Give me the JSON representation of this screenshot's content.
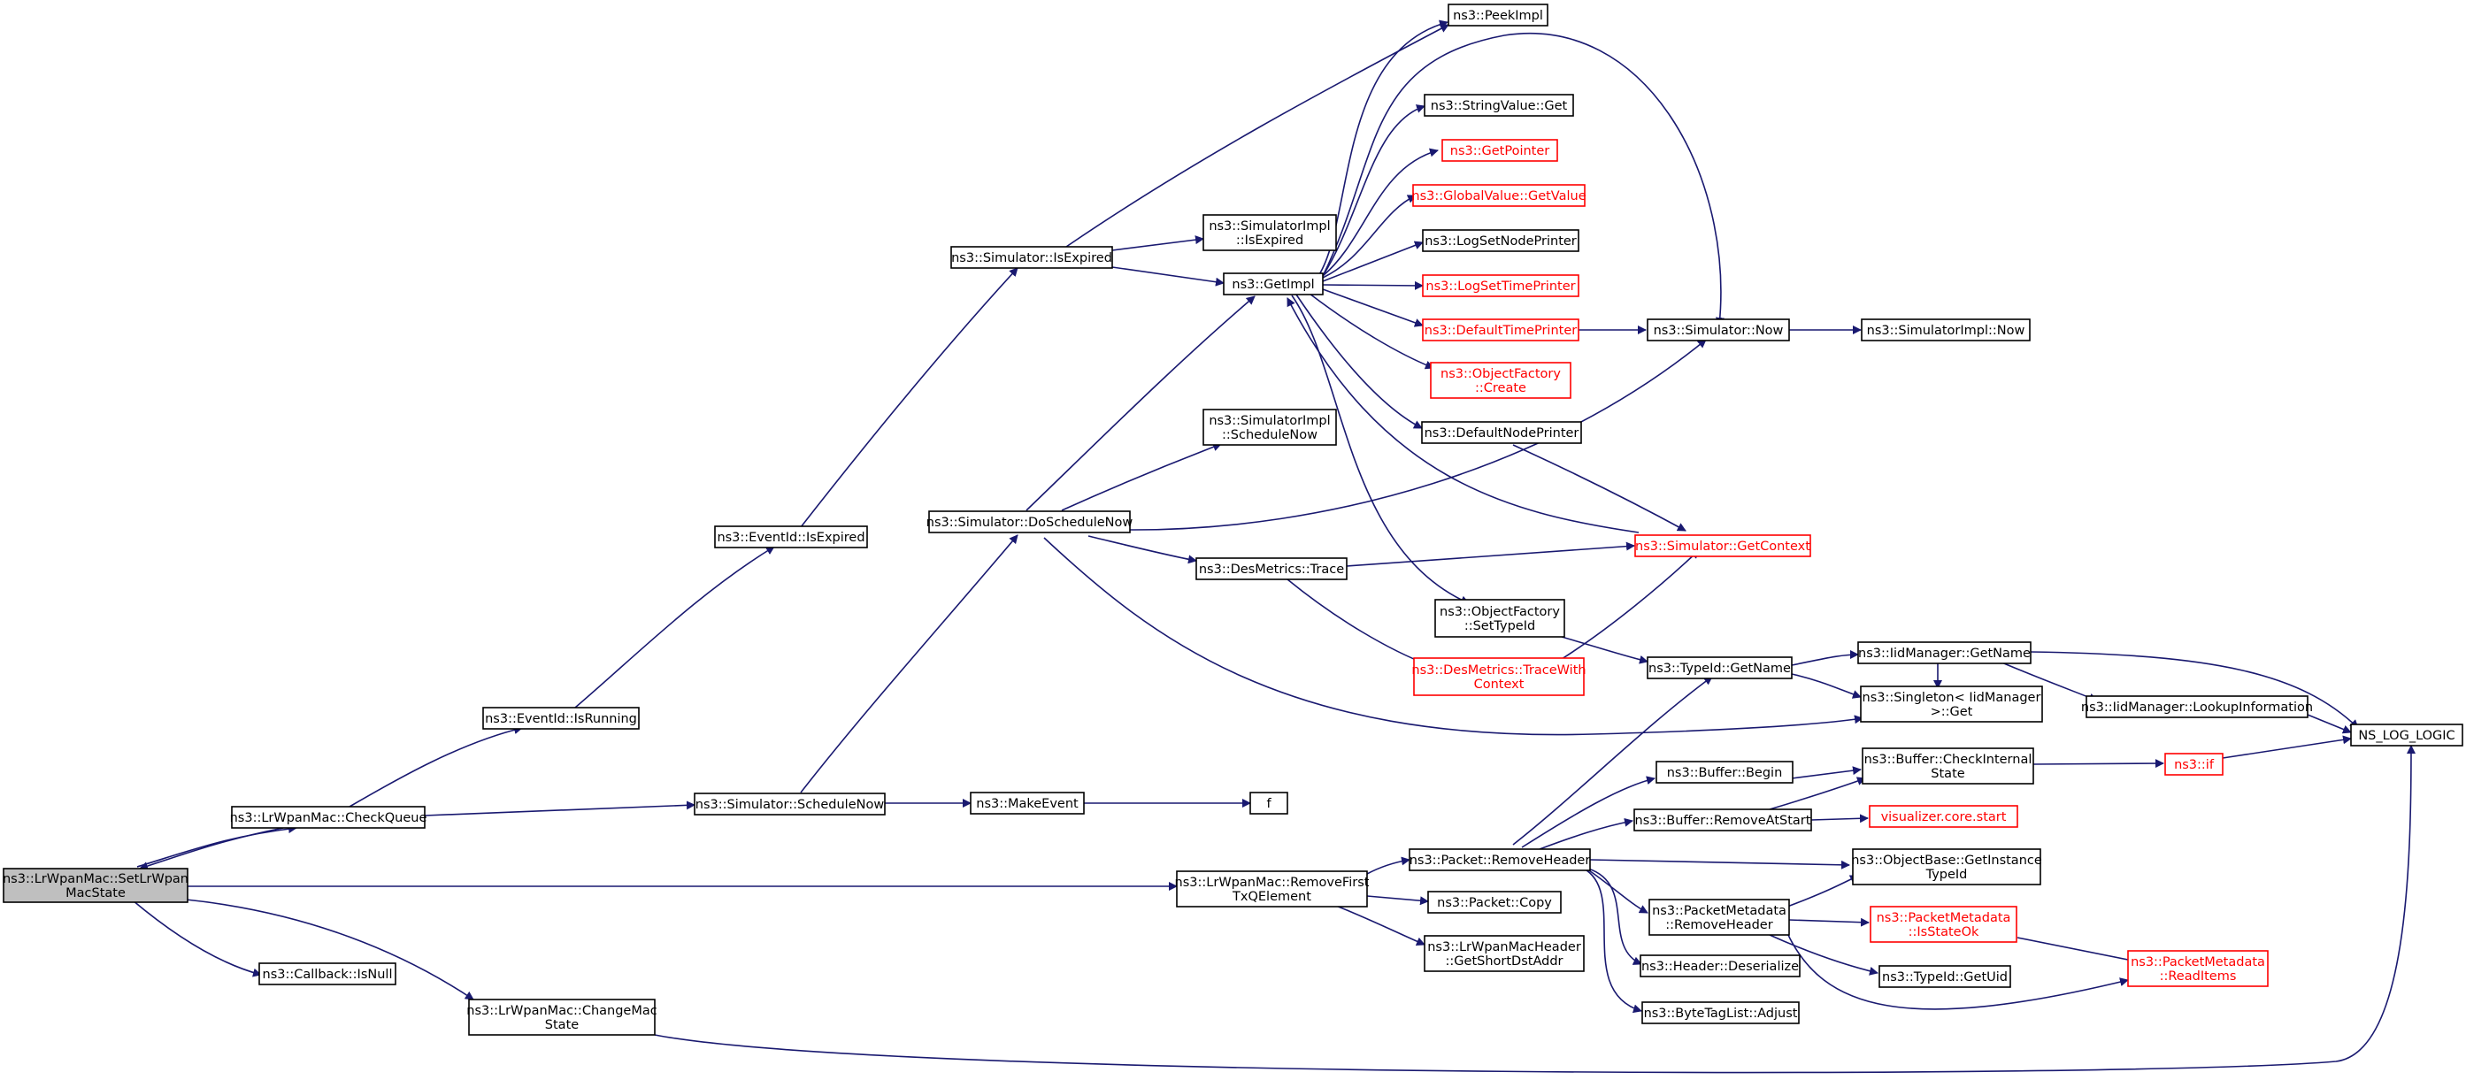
{
  "diagram": {
    "title": "",
    "colors": {
      "edge": "#191970",
      "node_border": "#000000",
      "node_border_undocumented": "#ff0000",
      "root_fill": "#bfbfbf",
      "background": "#ffffff"
    },
    "nodes": [
      {
        "id": "root",
        "lines": [
          "ns3::LrWpanMac::SetLrWpan",
          "MacState"
        ],
        "style": "root"
      },
      {
        "id": "checkqueue",
        "lines": [
          "ns3::LrWpanMac::CheckQueue"
        ],
        "style": "normal"
      },
      {
        "id": "isnull",
        "lines": [
          "ns3::Callback::IsNull"
        ],
        "style": "normal"
      },
      {
        "id": "changemac",
        "lines": [
          "ns3::LrWpanMac::ChangeMac",
          "State"
        ],
        "style": "normal"
      },
      {
        "id": "isrunning",
        "lines": [
          "ns3::EventId::IsRunning"
        ],
        "style": "normal"
      },
      {
        "id": "evtisexpired",
        "lines": [
          "ns3::EventId::IsExpired"
        ],
        "style": "normal"
      },
      {
        "id": "simisexpired",
        "lines": [
          "ns3::Simulator::IsExpired"
        ],
        "style": "normal"
      },
      {
        "id": "schedulenow",
        "lines": [
          "ns3::Simulator::ScheduleNow"
        ],
        "style": "normal"
      },
      {
        "id": "doschedulenow",
        "lines": [
          "ns3::Simulator::DoScheduleNow"
        ],
        "style": "normal"
      },
      {
        "id": "makeevent",
        "lines": [
          "ns3::MakeEvent"
        ],
        "style": "normal"
      },
      {
        "id": "f",
        "lines": [
          "f"
        ],
        "style": "normal"
      },
      {
        "id": "removefirst",
        "lines": [
          "ns3::LrWpanMac::RemoveFirst",
          "TxQElement"
        ],
        "style": "normal"
      },
      {
        "id": "simimplisexpired",
        "lines": [
          "ns3::SimulatorImpl",
          "::IsExpired"
        ],
        "style": "normal"
      },
      {
        "id": "getimpl",
        "lines": [
          "ns3::GetImpl"
        ],
        "style": "normal"
      },
      {
        "id": "simimplschedulenow",
        "lines": [
          "ns3::SimulatorImpl",
          "::ScheduleNow"
        ],
        "style": "normal"
      },
      {
        "id": "desmetricstrace",
        "lines": [
          "ns3::DesMetrics::Trace"
        ],
        "style": "normal"
      },
      {
        "id": "packetremoveheader",
        "lines": [
          "ns3::Packet::RemoveHeader"
        ],
        "style": "normal"
      },
      {
        "id": "packetcopy",
        "lines": [
          "ns3::Packet::Copy"
        ],
        "style": "normal"
      },
      {
        "id": "getshortdstaddr",
        "lines": [
          "ns3::LrWpanMacHeader",
          "::GetShortDstAddr"
        ],
        "style": "normal"
      },
      {
        "id": "peekimpl",
        "lines": [
          "ns3::PeekImpl"
        ],
        "style": "normal"
      },
      {
        "id": "stringvalueget",
        "lines": [
          "ns3::StringValue::Get"
        ],
        "style": "normal"
      },
      {
        "id": "getpointer",
        "lines": [
          "ns3::GetPointer"
        ],
        "style": "red"
      },
      {
        "id": "globalvaluegetvalue",
        "lines": [
          "ns3::GlobalValue::GetValue"
        ],
        "style": "red"
      },
      {
        "id": "logsetnodeprinter",
        "lines": [
          "ns3::LogSetNodePrinter"
        ],
        "style": "normal"
      },
      {
        "id": "logsettimeprinter",
        "lines": [
          "ns3::LogSetTimePrinter"
        ],
        "style": "red"
      },
      {
        "id": "defaulttimeprinter",
        "lines": [
          "ns3::DefaultTimePrinter"
        ],
        "style": "red"
      },
      {
        "id": "objectfactorycreate",
        "lines": [
          "ns3::ObjectFactory",
          "::Create"
        ],
        "style": "red"
      },
      {
        "id": "defaultnodeprinter",
        "lines": [
          "ns3::DefaultNodePrinter"
        ],
        "style": "normal"
      },
      {
        "id": "objectfactorysettypeid",
        "lines": [
          "ns3::ObjectFactory",
          "::SetTypeId"
        ],
        "style": "normal"
      },
      {
        "id": "desmetricstracewith",
        "lines": [
          "ns3::DesMetrics::TraceWith",
          "Context"
        ],
        "style": "red"
      },
      {
        "id": "simulatornow",
        "lines": [
          "ns3::Simulator::Now"
        ],
        "style": "normal"
      },
      {
        "id": "simulatorimplnow",
        "lines": [
          "ns3::SimulatorImpl::Now"
        ],
        "style": "normal"
      },
      {
        "id": "simulatorgetcontext",
        "lines": [
          "ns3::Simulator::GetContext"
        ],
        "style": "red"
      },
      {
        "id": "typeidgetname",
        "lines": [
          "ns3::TypeId::GetName"
        ],
        "style": "normal"
      },
      {
        "id": "iidmanagergetname",
        "lines": [
          "ns3::IidManager::GetName"
        ],
        "style": "normal"
      },
      {
        "id": "singletonget",
        "lines": [
          "ns3::Singleton< IidManager",
          " >::Get"
        ],
        "style": "normal"
      },
      {
        "id": "iidmanagerlookup",
        "lines": [
          "ns3::IidManager::LookupInformation"
        ],
        "style": "normal"
      },
      {
        "id": "nsloglogic",
        "lines": [
          "NS_LOG_LOGIC"
        ],
        "style": "normal"
      },
      {
        "id": "bufferbegin",
        "lines": [
          "ns3::Buffer::Begin"
        ],
        "style": "normal"
      },
      {
        "id": "buffercheckinternal",
        "lines": [
          "ns3::Buffer::CheckInternal",
          "State"
        ],
        "style": "normal"
      },
      {
        "id": "nsif",
        "lines": [
          "ns3::if"
        ],
        "style": "red"
      },
      {
        "id": "bufferremoveatstart",
        "lines": [
          "ns3::Buffer::RemoveAtStart"
        ],
        "style": "normal"
      },
      {
        "id": "visualizercorestart",
        "lines": [
          "visualizer.core.start"
        ],
        "style": "red"
      },
      {
        "id": "objectbasegetinstance",
        "lines": [
          "ns3::ObjectBase::GetInstance",
          "TypeId"
        ],
        "style": "normal"
      },
      {
        "id": "packetmetadataremoveheader",
        "lines": [
          "ns3::PacketMetadata",
          "::RemoveHeader"
        ],
        "style": "normal"
      },
      {
        "id": "packetmetadataisstateok",
        "lines": [
          "ns3::PacketMetadata",
          "::IsStateOk"
        ],
        "style": "red"
      },
      {
        "id": "packetmetadatareaditems",
        "lines": [
          "ns3::PacketMetadata",
          "::ReadItems"
        ],
        "style": "red"
      },
      {
        "id": "typeidgetuid",
        "lines": [
          "ns3::TypeId::GetUid"
        ],
        "style": "normal"
      },
      {
        "id": "headerdeserialize",
        "lines": [
          "ns3::Header::Deserialize"
        ],
        "style": "normal"
      },
      {
        "id": "bytetaglistadjust",
        "lines": [
          "ns3::ByteTagList::Adjust"
        ],
        "style": "normal"
      }
    ]
  }
}
